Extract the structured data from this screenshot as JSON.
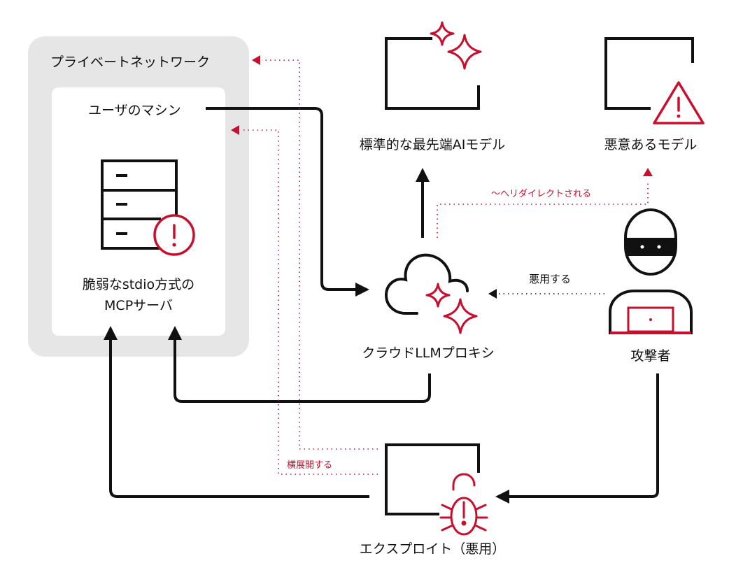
{
  "network": {
    "title": "プライベートネットワーク",
    "machine_label": "ユーザのマシン",
    "server_label_line1": "脆弱なstdio方式の",
    "server_label_line2": "MCPサーバ"
  },
  "nodes": {
    "standard_model": "標準的な最先端AIモデル",
    "malicious_model": "悪意あるモデル",
    "proxy": "クラウドLLMプロキシ",
    "attacker": "攻撃者",
    "exploit": "エクスプロイト（悪用）"
  },
  "edges": {
    "redirect": "～へリダイレクトされる",
    "abuse": "悪用する",
    "lateral": "横展開する"
  },
  "colors": {
    "accent": "#c8102e",
    "line": "#111111",
    "panel": "#e6e6e6"
  }
}
